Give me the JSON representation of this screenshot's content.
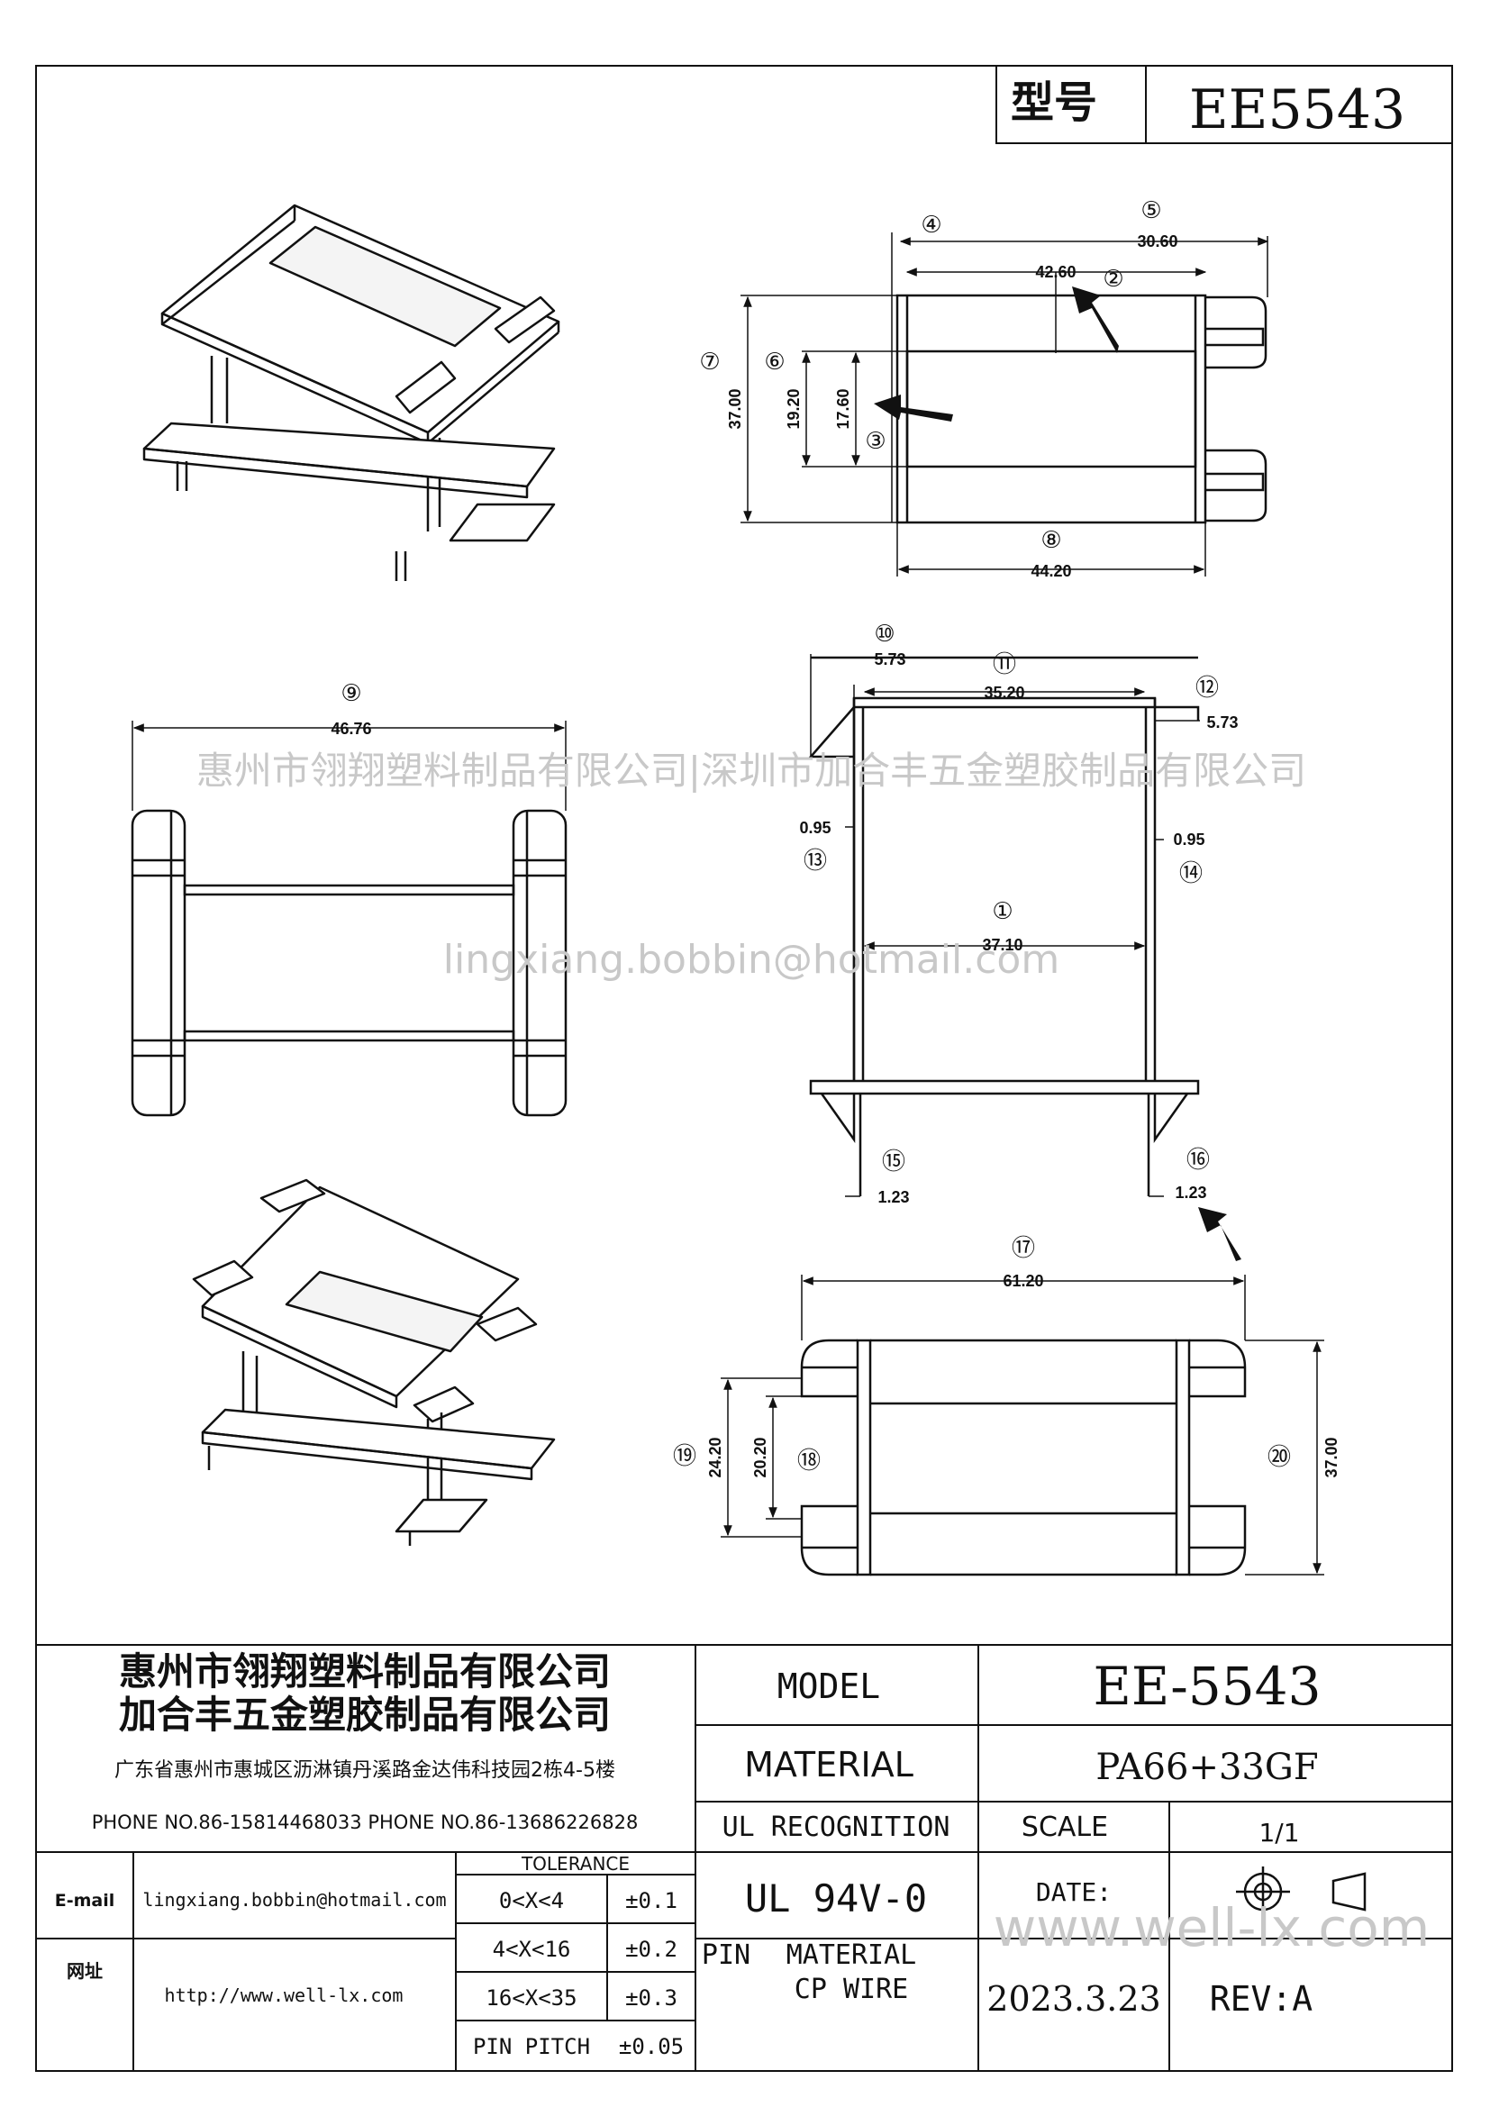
{
  "header": {
    "model_label": "型号",
    "model_value": "EE5543"
  },
  "callouts": {
    "c1": "①",
    "c2": "②",
    "c3": "③",
    "c4": "④",
    "c5": "⑤",
    "c6": "⑥",
    "c7": "⑦",
    "c8": "⑧",
    "c9": "⑨",
    "c10": "⑩",
    "c11": "⑪",
    "c12": "⑫",
    "c13": "⑬",
    "c14": "⑭",
    "c15": "⑮",
    "c16": "⑯",
    "c17": "⑰",
    "c18": "⑱",
    "c19": "⑲",
    "c20": "⑳"
  },
  "dimensions": {
    "d_30_60": "30.60",
    "d_42_60": "42.60",
    "d_37_00_top": "37.00",
    "d_19_20": "19.20",
    "d_17_60": "17.60",
    "d_44_20": "44.20",
    "d_46_76": "46.76",
    "d_5_73_left": "5.73",
    "d_35_20": "35.20",
    "d_5_73_right": "5.73",
    "d_0_95_left": "0.95",
    "d_0_95_right": "0.95",
    "d_37_10": "37.10",
    "d_1_23_left": "1.23",
    "d_1_23_right": "1.23",
    "d_61_20": "61.20",
    "d_24_20": "24.20",
    "d_20_20": "20.20",
    "d_37_00_bottom": "37.00"
  },
  "watermarks": {
    "company_line": "惠州市翎翔塑料制品有限公司|深圳市加合丰五金塑胶制品有限公司",
    "email": "lingxiang.bobbin@hotmail.com",
    "site": "www.well-lx.com"
  },
  "title_block": {
    "company_1": "惠州市翎翔塑料制品有限公司",
    "company_2": "加合丰五金塑胶制品有限公司",
    "address": "广东省惠州市惠城区沥淋镇丹溪路金达伟科技园2栋4-5楼",
    "phones": "PHONE NO.86-15814468033   PHONE NO.86-13686226828",
    "email_label": "E-mail",
    "email_value": "lingxiang.bobbin@hotmail.com",
    "web_label": "网址",
    "web_value": "http://www.well-lx.com",
    "tolerance_header": "TOLERANCE",
    "tolerances": [
      {
        "range": "0<X<4",
        "value": "±0.1"
      },
      {
        "range": "4<X<16",
        "value": "±0.2"
      },
      {
        "range": "16<X<35",
        "value": "±0.3"
      },
      {
        "range": "PIN PITCH",
        "value": "±0.05"
      }
    ],
    "model_label": "MODEL",
    "model_value": "EE-5543",
    "material_label": "MATERIAL",
    "material_value": "PA66+33GF",
    "ul_label": "UL RECOGNITION",
    "ul_value": "UL 94V-0",
    "scale_label": "SCALE",
    "scale_value": "1/1",
    "pin_label_1": "PIN",
    "pin_label_2": "MATERIAL",
    "pin_value": "CP WIRE",
    "date_label": "DATE:",
    "date_value": "2023.3.23",
    "rev": "REV:A"
  }
}
